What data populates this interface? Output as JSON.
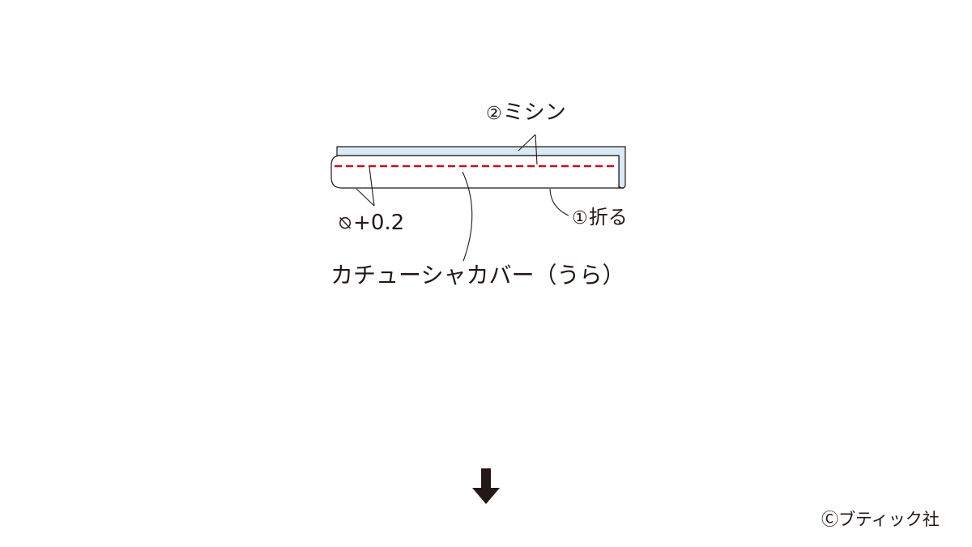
{
  "colors": {
    "outline": "#231815",
    "fabric_top_fill": "#d8eaf5",
    "fabric_fill": "#ffffff",
    "stitch_line": "#c30d23",
    "background": "#ffffff"
  },
  "labels": {
    "stitch": {
      "number": "②",
      "text": "ミシン"
    },
    "fold": {
      "number": "①",
      "text": "折る"
    },
    "size": {
      "symbol": "⦰",
      "text": "+0.2"
    },
    "cover": "カチューシャカバー（うら）",
    "credit": "Ⓒブティック社"
  },
  "icons": {
    "next_step_arrow": "down-arrow-icon",
    "size_symbol": "diameter-icon"
  }
}
